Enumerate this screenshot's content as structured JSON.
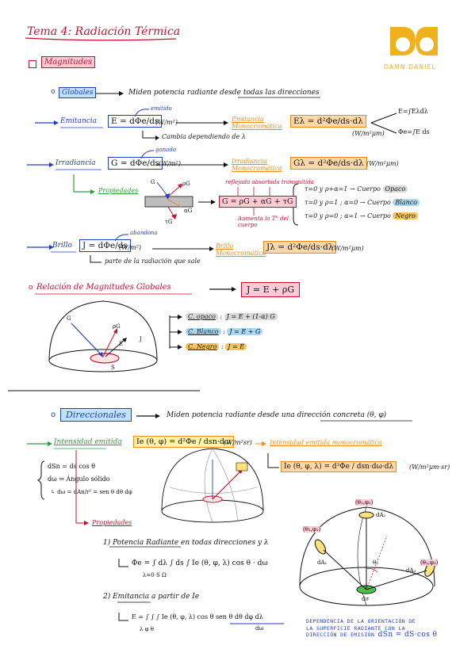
{
  "title": "Tema 4: Radiación Térmica",
  "logo": {
    "text": "DAMN DANIEL",
    "color": "#f0b21c"
  },
  "magnitudes": "Magnitudes",
  "globales": {
    "label": "Globales",
    "desc": "Miden potencia radiante desde todas las direcciones",
    "emitancia": {
      "label": "Emitancia",
      "formula": "E = dΦe/ds",
      "units": "(W/m²)",
      "note_emitido": "emitido",
      "note_cambia": "Cambia dependiendo de λ",
      "mono_label": "Emitancia Monocromática",
      "mono_formula": "Eλ = d²Φe/ds·dλ",
      "mono_units": "(W/m²μm)",
      "rel1": "E=∫Eλdλ",
      "rel2": "Φe=∫E ds"
    },
    "irradiancia": {
      "label": "Irradiancia",
      "formula": "G = dΦe/ds",
      "units": "(W/m²)",
      "note_ganado": "ganado",
      "mono_label": "Irradiancia Monocromática",
      "mono_formula": "Gλ = d²Φe/ds·dλ",
      "mono_units": "(W/m²μm)",
      "propiedades": "Propiedades",
      "eq": "G = ρG + αG + τG",
      "note_reflej": "reflejada absorbida transmitida",
      "note_aumenta": "Aumenta la T° del cuerpo",
      "rules": [
        {
          "text": "τ=0 y ρ+α=1 → Cuerpo",
          "tag": "Opaco"
        },
        {
          "text": "τ=0 y ρ=1 ; α=0 → Cuerpo",
          "tag": "Blanco"
        },
        {
          "text": "τ=0 y ρ=0 ; α=1 → Cuerpo",
          "tag": "Negro"
        }
      ],
      "diagram_labels": {
        "g": "G",
        "rho": "ρG",
        "alpha": "αG",
        "tau": "τG"
      }
    },
    "brillo": {
      "label": "Brillo",
      "formula": "J = dΦe/ds",
      "units": "(W/m²)",
      "note_abandona": "abandona",
      "note_parte": "parte de la radiación que sale",
      "mono_label": "Brillo Monocromático",
      "mono_formula": "Jλ = d²Φe/ds·dλ",
      "mono_units": "(W/m²μm)"
    }
  },
  "relacion": {
    "label": "Relación de Magnitudes Globales",
    "formula": "J = E + ρG",
    "items": [
      {
        "label": "C. opaco",
        "eq": "J = E + (1-α) G"
      },
      {
        "label": "C. Blanco",
        "eq": "J = E + G"
      },
      {
        "label": "C. Negro",
        "eq": "J = E"
      }
    ],
    "diagram_labels": {
      "g": "G",
      "rho": "ρG",
      "e": "E",
      "j": "J",
      "s": "S"
    }
  },
  "direccionales": {
    "label": "Direccionales",
    "desc": "Miden potencia radiante desde una dirección concreta (θ, φ)",
    "intensidad": {
      "label": "Intensidad emitida",
      "formula": "Ie (θ, φ) = d²Φe / dsn·dω",
      "units": "(W/m²sr)",
      "mono_label": "Intensidad emitida monocromática",
      "mono_formula": "Ie (θ, φ, λ) = d³Φe / dsn·dω·dλ",
      "mono_units": "(W/m²μm·sr)",
      "defs": [
        "dSn = ds cos θ",
        "dω ⇒ Ángulo sólido",
        "↳ dω = dAn/r² = sen θ dθ dφ"
      ]
    },
    "propiedades": {
      "label": "Propiedades",
      "p1_title": "1) Potencia Radiante en todas direcciones y λ",
      "p1_formula": "Φe = ∫ dλ ∫ ds ∫ Ie (θ, φ, λ) cos θ · dω",
      "p1_limits": "λ=0    S    Ω",
      "p2_title": "2) Emitancia a partir de Ie",
      "p2_formula": "E = ∫ ∫ ∫ Ie (θ, φ, λ) cos θ sen θ dθ dφ dλ",
      "p2_under": "dω",
      "p2_limits": "λ  φ  θ"
    },
    "figure": {
      "labels": [
        "(θ₂,φ₂)",
        "(θ₁,φ₁)",
        "dA₂",
        "dA₁",
        "(θ₃,φ₃)",
        "dA₃",
        "θ₂",
        "dσ"
      ],
      "caption": [
        "DEPENDENCIA DE LA ORIENTACIÓN DE",
        "LA SUPERFICIE RADIANTE CON LA",
        "DIRECCIÓN DE EMISIÓN"
      ],
      "caption_formula": "dSn = dS·cos θ"
    }
  }
}
